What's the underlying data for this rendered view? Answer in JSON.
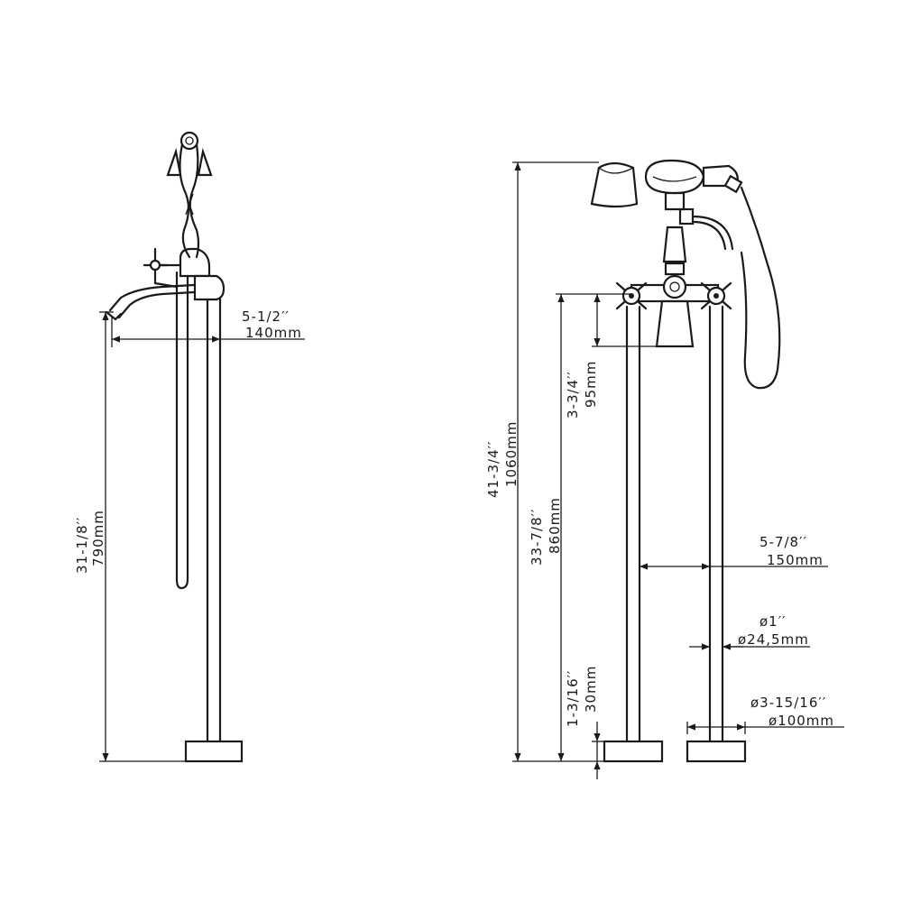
{
  "side_view": {
    "spout_reach_in": "5-1/2′′",
    "spout_reach_mm": "140mm",
    "spout_height_in": "31-1/8′′",
    "spout_height_mm": "790mm"
  },
  "front_view": {
    "total_height_in": "41-3/4′′",
    "total_height_mm": "1060mm",
    "valve_height_in": "33-7/8′′",
    "valve_height_mm": "860mm",
    "valve_body_in": "3-3/4′′",
    "valve_body_mm": "95mm",
    "base_height_in": "1-3/16′′",
    "base_height_mm": "30mm",
    "riser_spacing_in": "5-7/8′′",
    "riser_spacing_mm": "150mm",
    "riser_dia_in": "ø1′′",
    "riser_dia_mm": "ø24,5mm",
    "base_dia_in": "ø3-15/16′′",
    "base_dia_mm": "ø100mm"
  }
}
